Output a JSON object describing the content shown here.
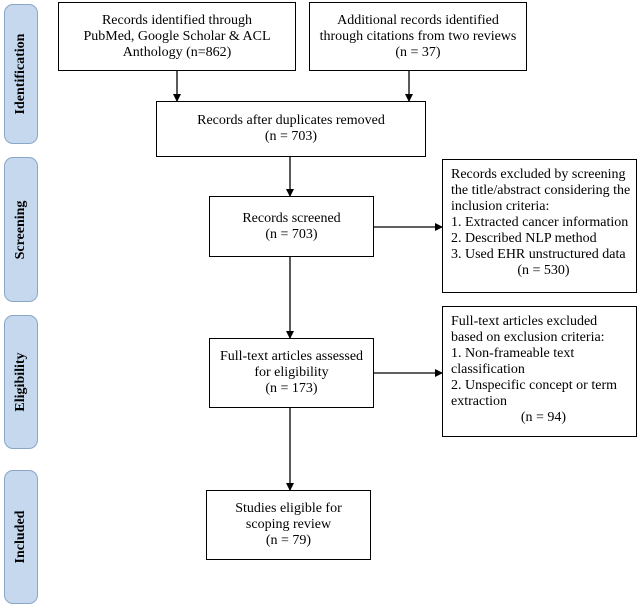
{
  "phases": [
    {
      "id": "identification",
      "label": "Identification"
    },
    {
      "id": "screening",
      "label": "Screening"
    },
    {
      "id": "eligibility",
      "label": "Eligibility"
    },
    {
      "id": "included",
      "label": "Included"
    }
  ],
  "boxes": {
    "records_identified": {
      "lines": [
        "Records identified through",
        "PubMed, Google Scholar & ACL",
        "Anthology (n=862)"
      ]
    },
    "additional_records": {
      "lines": [
        "Additional records identified",
        "through citations from two reviews",
        "(n = 37)"
      ]
    },
    "after_duplicates": {
      "lines": [
        "Records after duplicates removed",
        "(n = 703)"
      ]
    },
    "screened": {
      "lines": [
        "Records screened",
        "(n = 703)"
      ]
    },
    "excluded_screening": {
      "lines": [
        "Records excluded by screening",
        "the title/abstract considering the",
        "inclusion criteria:",
        "1. Extracted cancer information",
        "2. Described NLP method",
        "3. Used EHR unstructured data",
        "(n = 530)"
      ]
    },
    "fulltext_assessed": {
      "lines": [
        "Full-text articles assessed",
        "for eligibility",
        "(n = 173)"
      ]
    },
    "fulltext_excluded": {
      "lines": [
        "Full-text articles excluded",
        "based on exclusion criteria:",
        "1. Non-frameable text",
        "classification",
        "2. Unspecific concept or term",
        "extraction",
        "(n = 94)"
      ]
    },
    "included": {
      "lines": [
        "Studies eligible for",
        "scoping review",
        "(n = 79)"
      ]
    }
  }
}
